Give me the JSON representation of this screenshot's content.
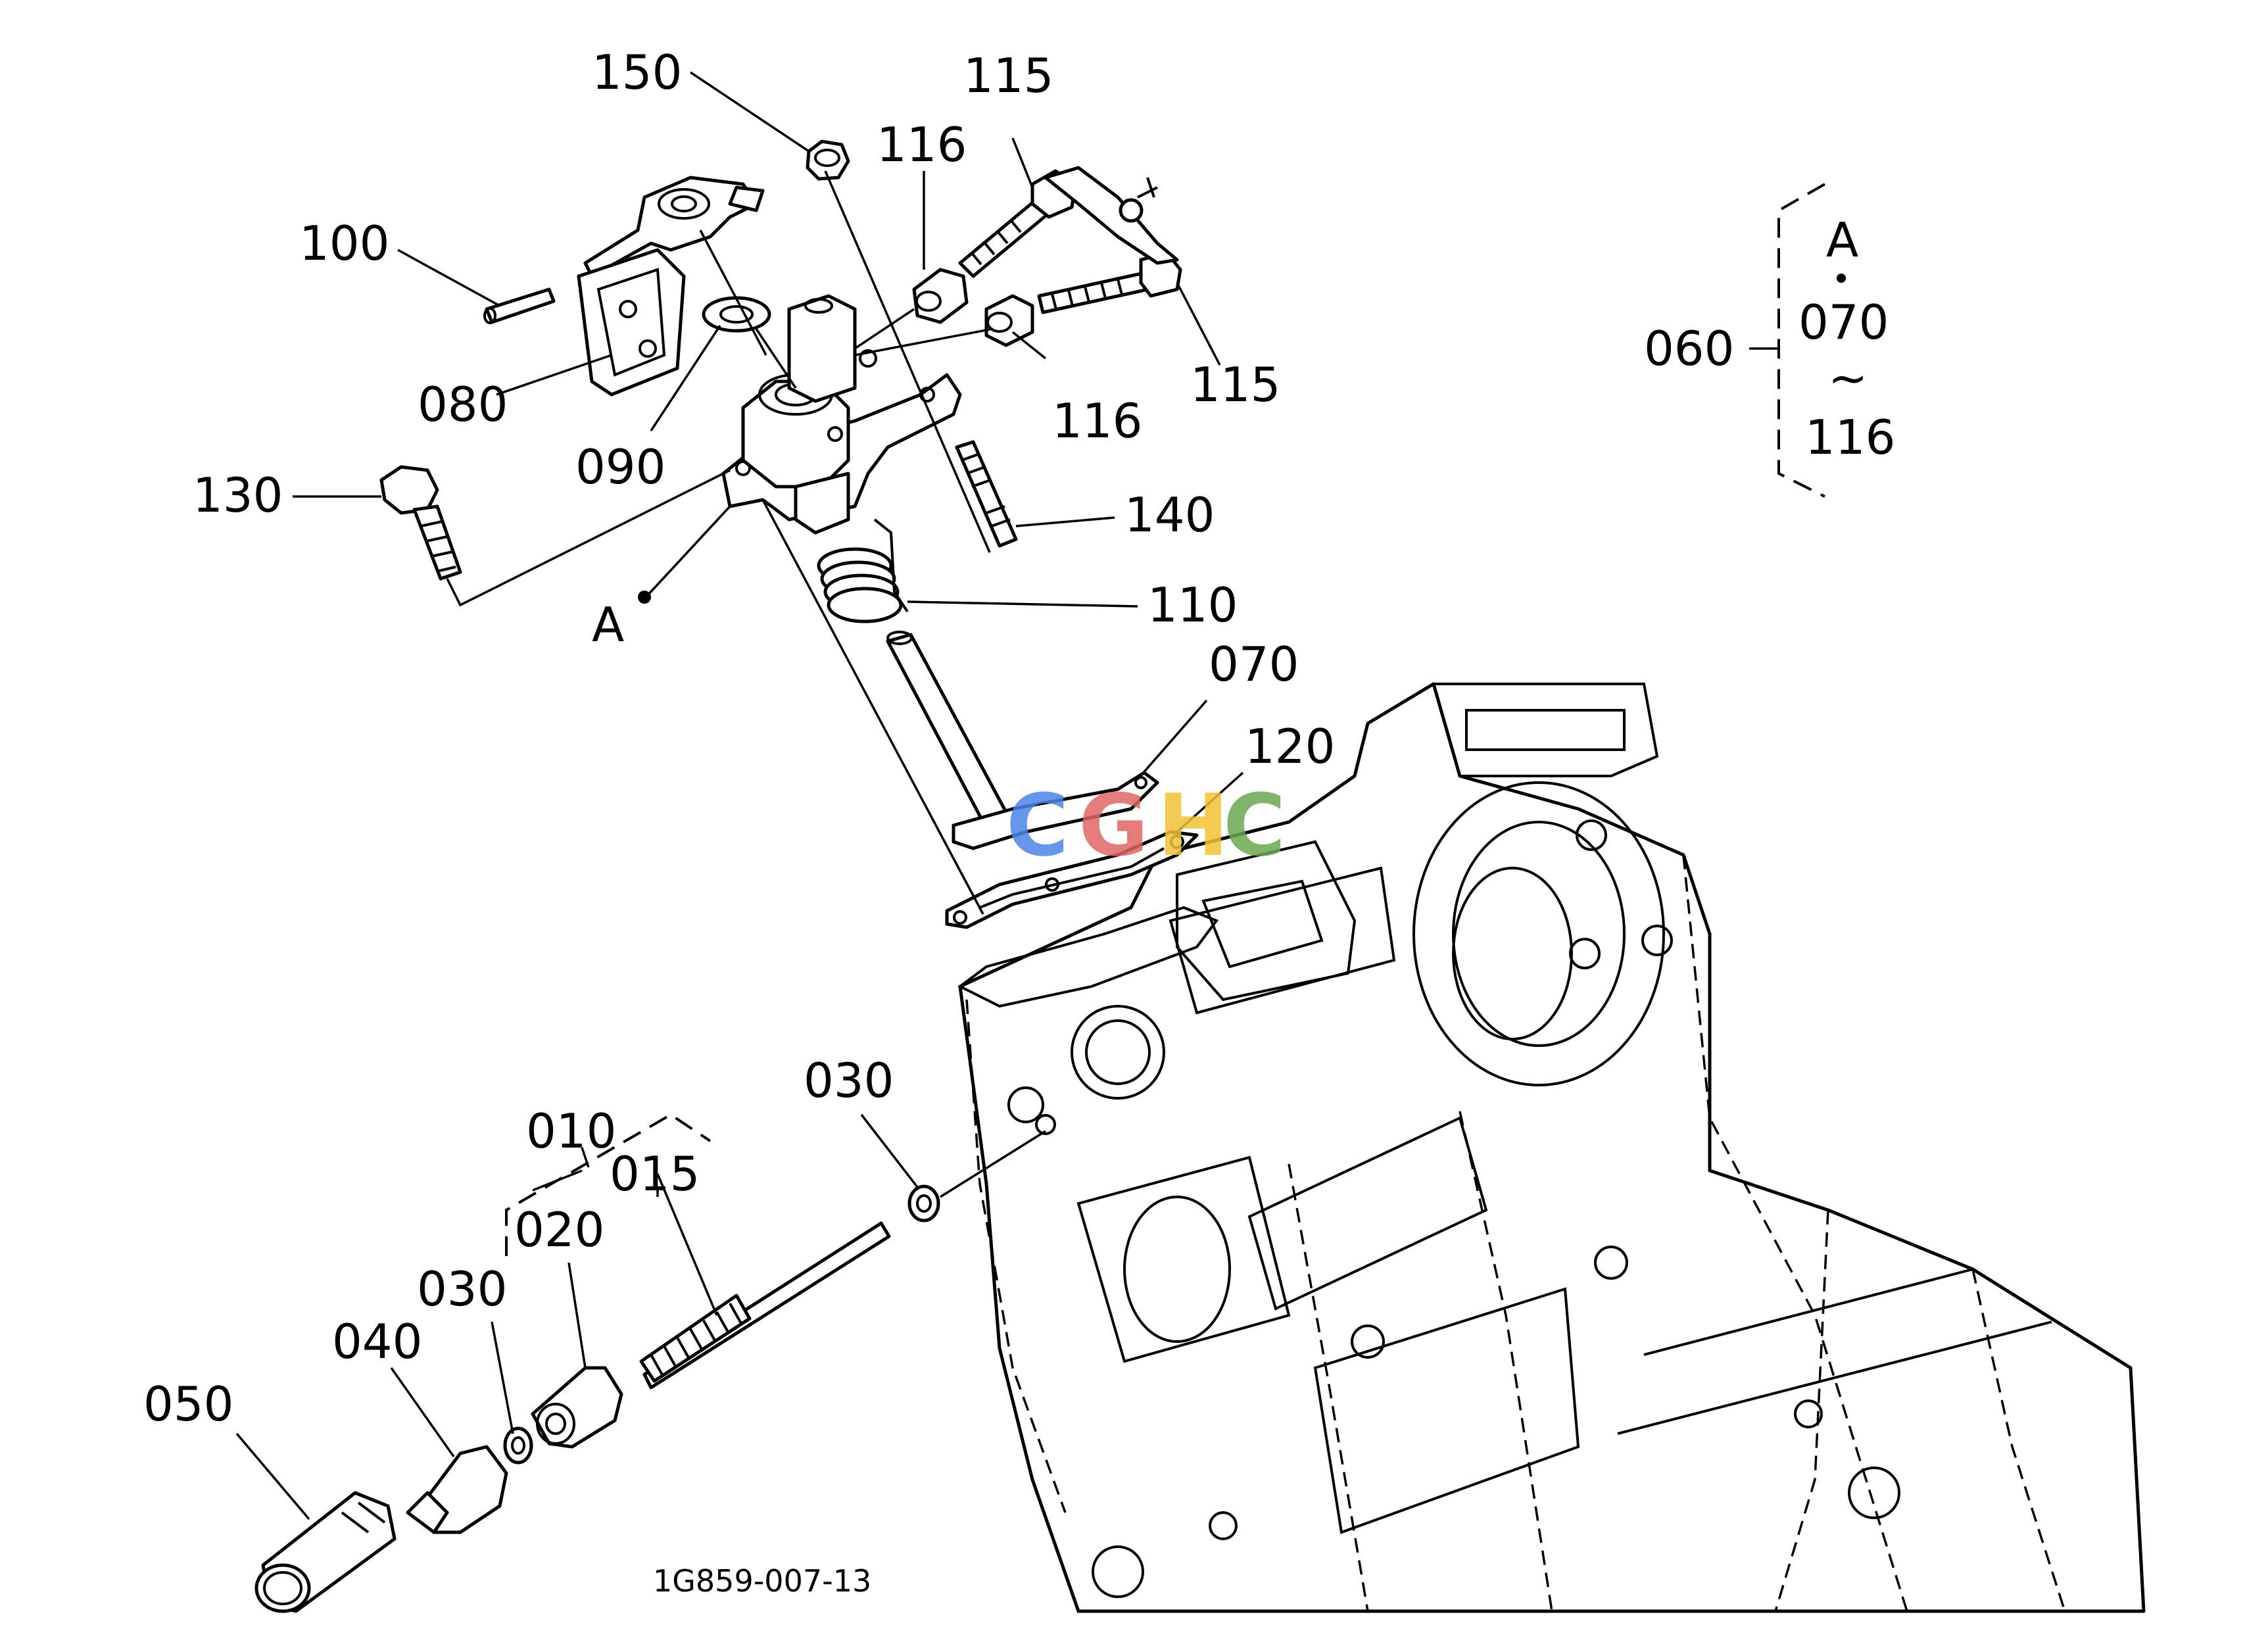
{
  "diagram": {
    "drawing_id": "1G859-007-13",
    "watermark_text": "CGHC",
    "callouts": {
      "c150": "150",
      "c115a": "115",
      "c116a": "116",
      "c100": "100",
      "c080": "080",
      "c090": "090",
      "c116b": "116",
      "c115b": "115",
      "c130": "130",
      "c140": "140",
      "cA": "A",
      "c110": "110",
      "c070": "070",
      "c120": "120",
      "c030a": "030",
      "c010": "010",
      "c015": "015",
      "c020": "020",
      "c030b": "030",
      "c040": "040",
      "c050": "050"
    },
    "group_note": {
      "number": "060",
      "ref": "A",
      "from": "070",
      "tilde": "~",
      "to": "116"
    },
    "colors": {
      "line": "#000000",
      "background": "#ffffff",
      "watermark_blue": "#4a86e8",
      "watermark_red": "#e06666",
      "watermark_yellow": "#f1c232",
      "watermark_green": "#6aa84f"
    }
  }
}
